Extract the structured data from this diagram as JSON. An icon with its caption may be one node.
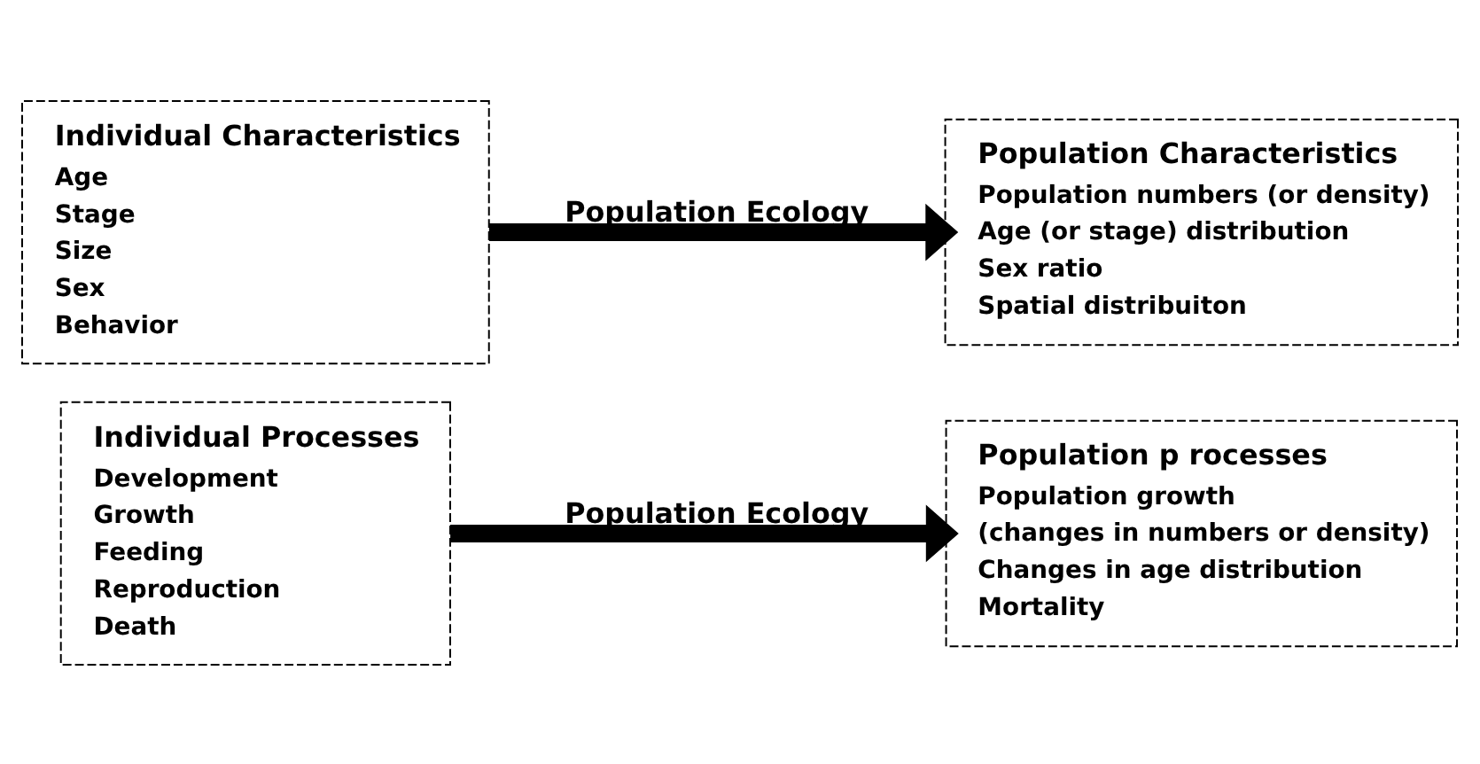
{
  "diagram": {
    "nodes": [
      {
        "text": [
          "Individual Characteristics",
          "Age",
          "Stage",
          "Size",
          "Sex",
          "Behavior"
        ]
      },
      {
        "text": [
          "Population Characteristics",
          "Population numbers (or density)",
          "Age (or stage) distribution",
          "Sex ratio",
          "Spatial distribuiton"
        ]
      },
      {
        "text": [
          "Individual Processes",
          "Development",
          "Growth",
          "Feeding",
          "Reproduction",
          "Death"
        ]
      },
      {
        "text": [
          "Population p rocesses",
          "Population growth",
          "(changes in numbers or density)",
          "Changes in age distribution",
          "Mortality"
        ]
      }
    ],
    "edges": [
      {
        "from": 0,
        "to": 1,
        "arrow": "to",
        "label": "Population Ecology"
      },
      {
        "from": 2,
        "to": 3,
        "arrow": "to",
        "label": "Population Ecology"
      }
    ]
  }
}
